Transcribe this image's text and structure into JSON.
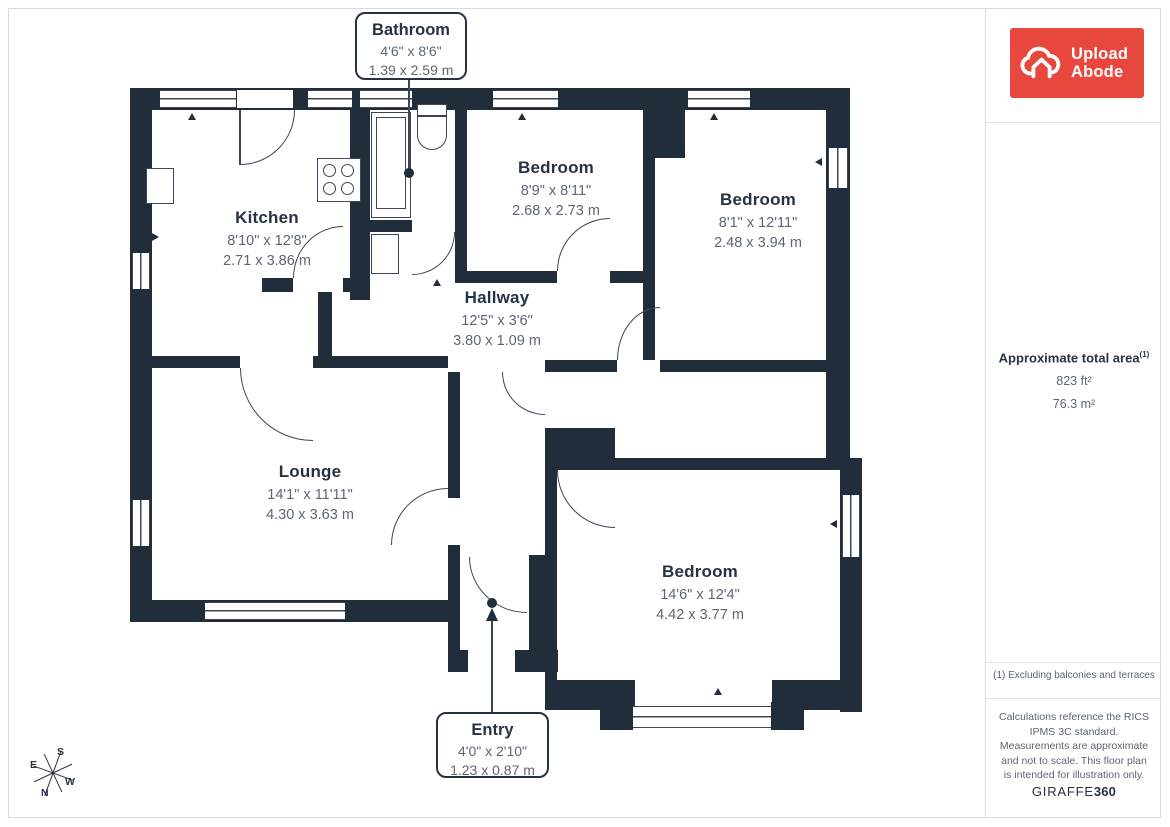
{
  "plan": {
    "rooms": [
      {
        "name": "Kitchen",
        "imperial": "8'10\" x 12'8\"",
        "metric": "2.71 x 3.86 m"
      },
      {
        "name": "Bedroom",
        "imperial": "8'9\" x 8'11\"",
        "metric": "2.68 x 2.73 m"
      },
      {
        "name": "Bedroom",
        "imperial": "8'1\" x 12'11\"",
        "metric": "2.48 x 3.94 m"
      },
      {
        "name": "Hallway",
        "imperial": "12'5\" x 3'6\"",
        "metric": "3.80 x 1.09 m"
      },
      {
        "name": "Lounge",
        "imperial": "14'1\" x 11'11\"",
        "metric": "4.30 x 3.63 m"
      },
      {
        "name": "Bedroom",
        "imperial": "14'6\" x 12'4\"",
        "metric": "4.42 x 3.77 m"
      }
    ],
    "callouts": {
      "bathroom": {
        "name": "Bathroom",
        "imperial": "4'6\" x 8'6\"",
        "metric": "1.39 x 2.59 m"
      },
      "entry": {
        "name": "Entry",
        "imperial": "4'0\" x 2'10\"",
        "metric": "1.23 x 0.87 m"
      }
    },
    "compass": {
      "n": "N",
      "s": "S",
      "e": "E",
      "w": "W"
    }
  },
  "sidebar": {
    "logo": {
      "line1": "Upload",
      "line2": "Abode"
    },
    "area": {
      "title": "Approximate total area",
      "superscript": "(1)",
      "imperial": "823 ft²",
      "metric": "76.3 m²"
    },
    "footnote": "(1) Excluding balconies and terraces",
    "disclaimer": "Calculations reference the RICS IPMS 3C standard. Measurements are approximate and not to scale. This floor plan is intended for illustration only.",
    "brand": {
      "regular": "GIRAFFE",
      "bold": "360"
    }
  },
  "colors": {
    "wall": "#222d3c",
    "line": "#3c4658",
    "label": "#273245",
    "dims": "#5c6675",
    "logo_red": "#e8473d"
  }
}
